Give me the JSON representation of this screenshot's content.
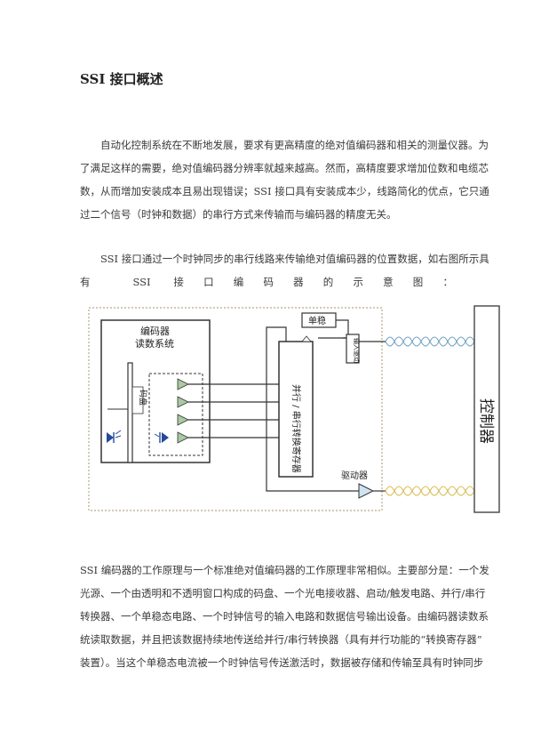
{
  "doc": {
    "title": "SSI 接口概述",
    "p1": [
      "　　自动化控制系统在不断地发展，要求有更高精度的绝对值编码器和相关的测量仪器。为",
      "了满足这样的需要，绝对值编码器分辨率就越来越高。然而，高精度要求增加位数和电缆芯",
      "数，从而增加安装成本且易出现错误；SSI 接口具有安装成本少，线路简化的优点，它只通",
      "过二个信号（时钟和数据）的串行方式来传输而与编码器的精度无关。"
    ],
    "p2": [
      "　　SSI 接口通过一个时钟同步的串行线路来传输绝对值编码器的位置数据，如右图所示具",
      "有 SSI 接口编码器的示意图："
    ],
    "p3": [
      "SSI 编码器的工作原理与一个标准绝对值编码器的工作原理非常相似。主要部分是：一个发",
      "光源、一个由透明和不透明窗口构成的码盘、一个光电接收器、启动/触发电路、并行/串行",
      "转换器、一个单稳态电路、一个时钟信号的输入电路和数据信号输出设备。由编码器读数系",
      "统读取数据，并且把该数据持续地传送给并行/串行转换器（具有并行功能的“转换寄存器”",
      "装置）。当这个单稳态电流被一个时钟信号传送激活时，数据被存储和传输至具有时钟同步"
    ]
  },
  "diagram": {
    "encoder_label_1": "编码器",
    "encoder_label_2": "读数系统",
    "code_disc": "码盘",
    "converter": "并行 / 串行转换寄存器",
    "monostable": "单稳",
    "input_circuit": "输入驱动",
    "driver": "驱动器",
    "controller": "控制器"
  }
}
